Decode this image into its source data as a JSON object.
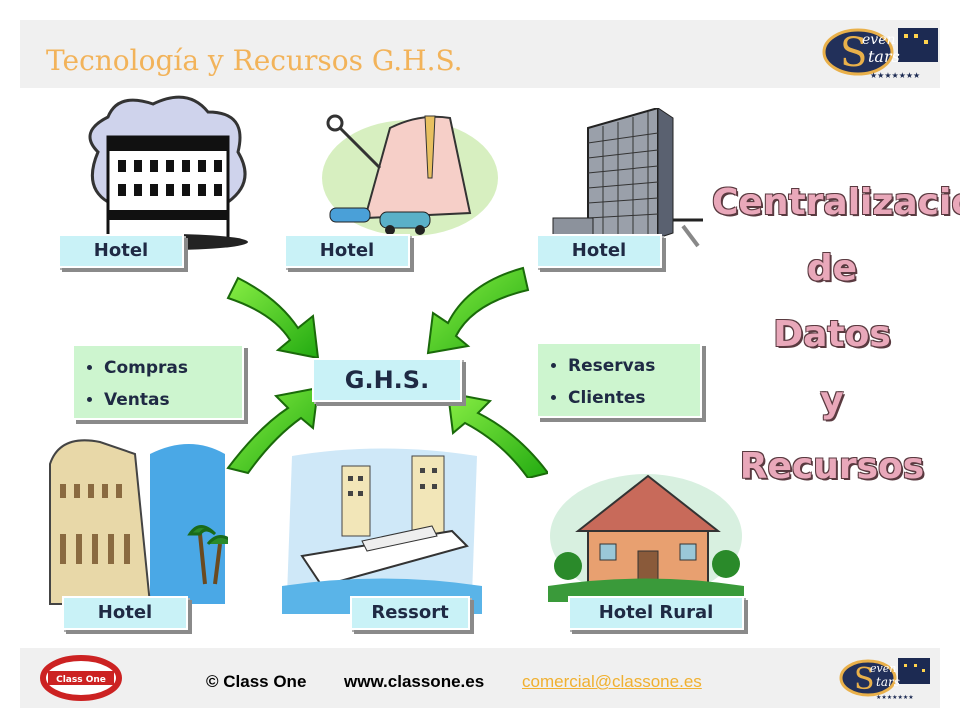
{
  "header": {
    "title": "Tecnología y Recursos G.H.S."
  },
  "hotels": [
    {
      "label": "Hotel"
    },
    {
      "label": "Hotel"
    },
    {
      "label": "Hotel"
    },
    {
      "label": "Hotel"
    },
    {
      "label": "Ressort"
    },
    {
      "label": "Hotel Rural"
    }
  ],
  "center": {
    "label": "G.H.S."
  },
  "left_list": [
    "Compras",
    "Ventas"
  ],
  "right_list": [
    "Reservas",
    "Clientes"
  ],
  "centralization": [
    "Centralización",
    "de",
    "Datos",
    "y",
    "Recursos"
  ],
  "footer": {
    "copyright": "© Class One",
    "website": "www.classone.es",
    "email": "comercial@classone.es",
    "logo_text": "Class One"
  },
  "logo": {
    "script_top": "even",
    "script_bottom": "tars",
    "letter_s": "S",
    "stars": "★★★★★★★"
  },
  "colors": {
    "accent_title": "#f2b35a",
    "arrow_green": "#44cc22",
    "label_blue": "#c9f2f7",
    "label_green": "#cdf5cf",
    "central_pink": "#e9a8ba"
  }
}
